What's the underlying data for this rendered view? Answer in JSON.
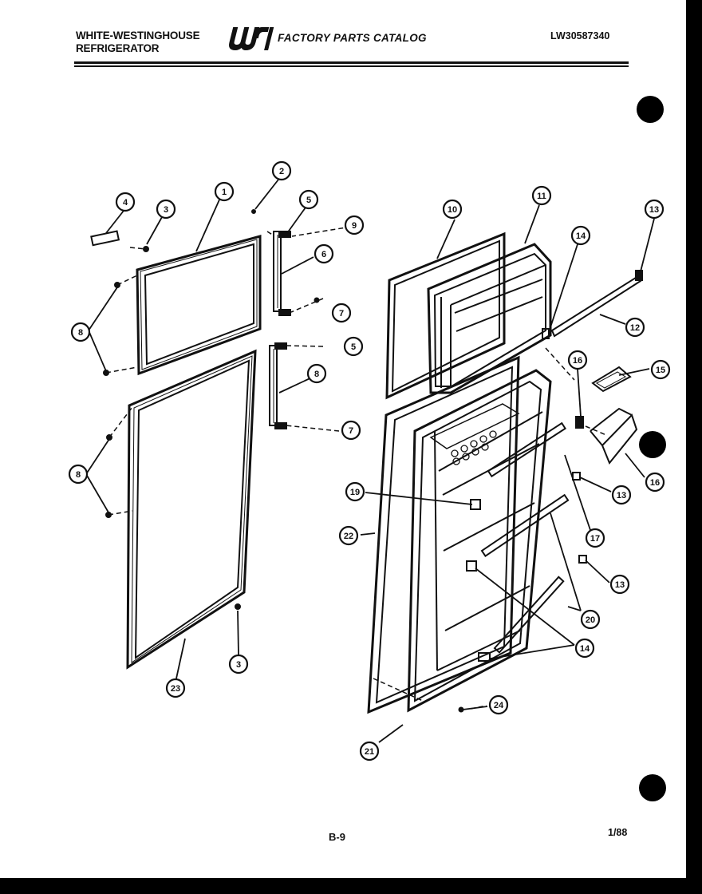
{
  "header": {
    "manufacturer_line1": "WHITE-WESTINGHOUSE",
    "manufacturer_line2": "REFRIGERATOR",
    "logo_text": "WCI",
    "catalog_title": "FACTORY PARTS CATALOG",
    "model_number": "LW30587340"
  },
  "footer": {
    "page_number": "B-9",
    "revision": "1/88"
  },
  "callouts": {
    "c_1": "1",
    "c_2": "2",
    "c_3a": "3",
    "c_3b": "3",
    "c_4": "4",
    "c_5a": "5",
    "c_5b": "5",
    "c_6": "6",
    "c_7a": "7",
    "c_7b": "7",
    "c_8a": "8",
    "c_8b": "8",
    "c_8c": "8",
    "c_9": "9",
    "c_10": "10",
    "c_11": "11",
    "c_12": "12",
    "c_13a": "13",
    "c_13b": "13",
    "c_13c": "13",
    "c_14a": "14",
    "c_14b": "14",
    "c_15": "15",
    "c_16a": "16",
    "c_16b": "16",
    "c_17": "17",
    "c_19": "19",
    "c_20": "20",
    "c_21": "21",
    "c_22": "22",
    "c_23": "23",
    "c_24": "24"
  },
  "colors": {
    "ink": "#111111",
    "paper": "#ffffff",
    "background": "#000000"
  }
}
